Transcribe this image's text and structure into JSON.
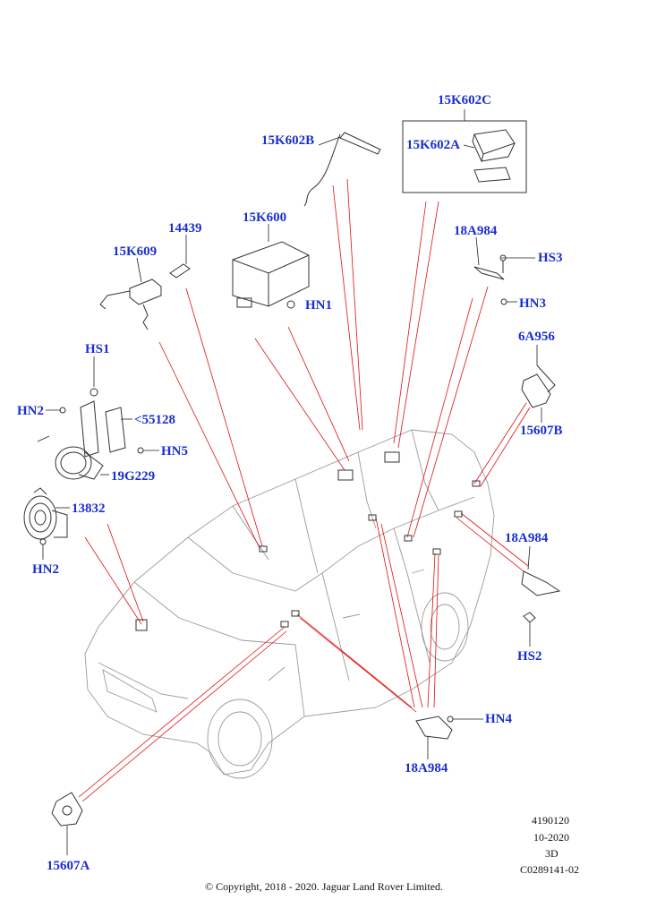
{
  "labels": {
    "p15k602c": "15K602C",
    "p15k602a": "15K602A",
    "p15k602b": "15K602B",
    "p15k600": "15K600",
    "p14439": "14439",
    "p15k609": "15K609",
    "hn1": "HN1",
    "p18a984_top": "18A984",
    "hs3": "HS3",
    "hn3": "HN3",
    "p6a956": "6A956",
    "p15607b": "15607B",
    "hs1": "HS1",
    "hn2_top": "HN2",
    "p55128": "<55128",
    "hn5": "HN5",
    "p19g229": "19G229",
    "p13832": "13832",
    "hn2_bottom": "HN2",
    "p18a984_right": "18A984",
    "hs2": "HS2",
    "hn4": "HN4",
    "p18a984_bottom": "18A984",
    "p15607a": "15607A"
  },
  "meta": {
    "line1": "4190120",
    "line2": "10-2020",
    "line3": "3D",
    "line4": "C0289141-02",
    "copyright": "© Copyright, 2018 - 2020. Jaguar Land Rover Limited."
  }
}
